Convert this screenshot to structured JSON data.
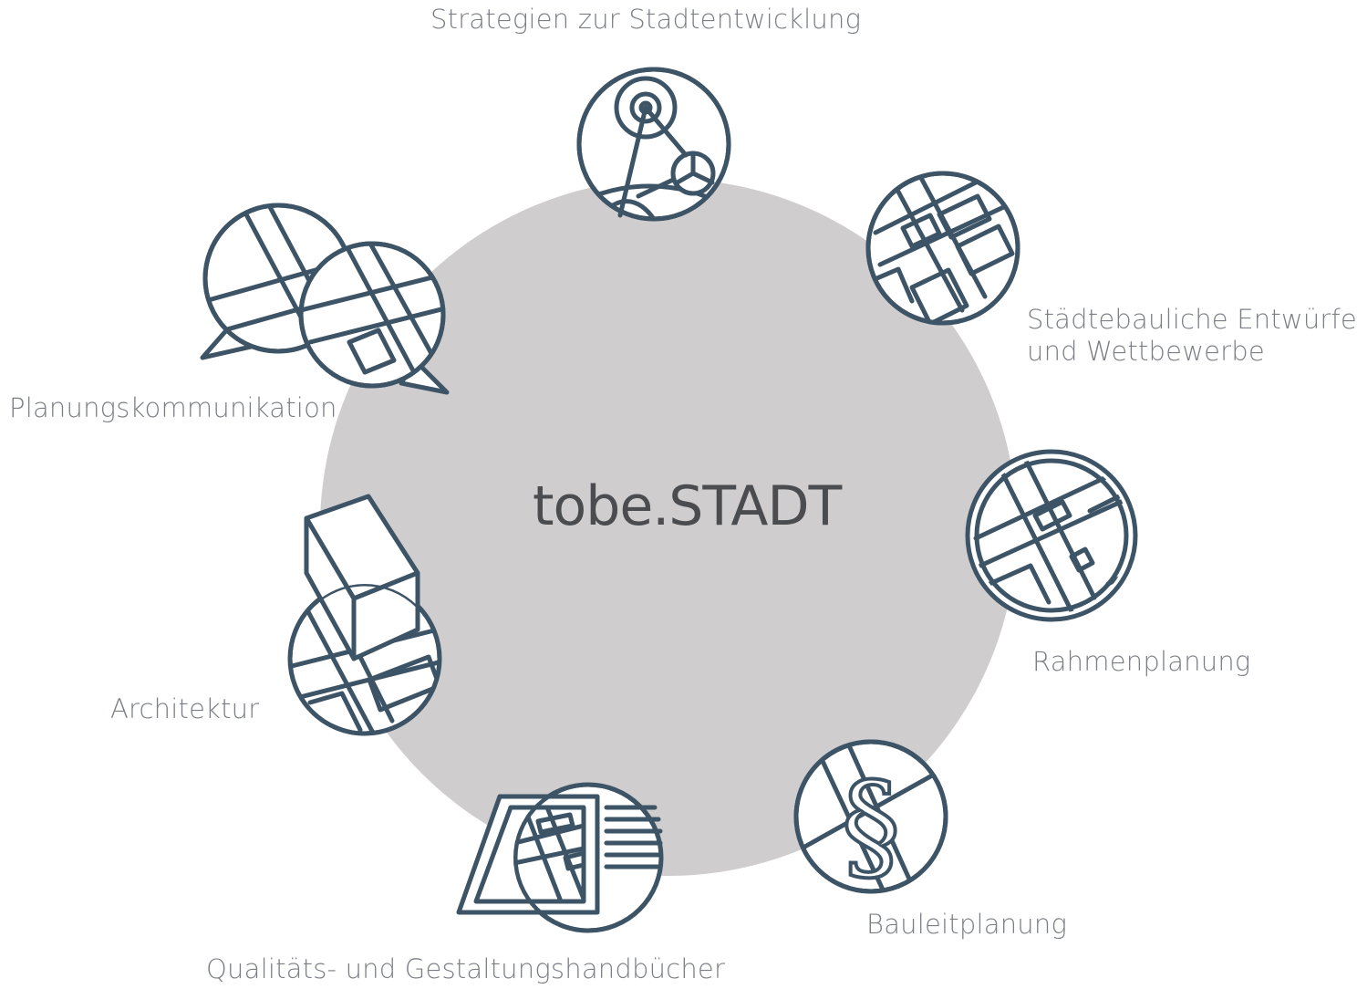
{
  "center": {
    "title": "tobe.STADT"
  },
  "nodes": [
    {
      "label": "Strategien zur Stadtentwicklung",
      "icon": "strategy-network-icon"
    },
    {
      "label": "Städtebauliche Entwürfe\nund Wettbewerbe",
      "icon": "urban-design-map-icon"
    },
    {
      "label": "Rahmenplanung",
      "icon": "framework-plan-icon"
    },
    {
      "label": "Bauleitplanung",
      "icon": "paragraph-plan-icon"
    },
    {
      "label": "Qualitäts- und Gestaltungshandbücher",
      "icon": "handbook-icon"
    },
    {
      "label": "Architektur",
      "icon": "building-cube-icon"
    },
    {
      "label": "Planungskommunikation",
      "icon": "speech-bubbles-icon"
    }
  ],
  "colors": {
    "circle": "#cfcdce",
    "icon_stroke": "#3d5467",
    "label": "#7b7f85",
    "title": "#4a4c50"
  }
}
